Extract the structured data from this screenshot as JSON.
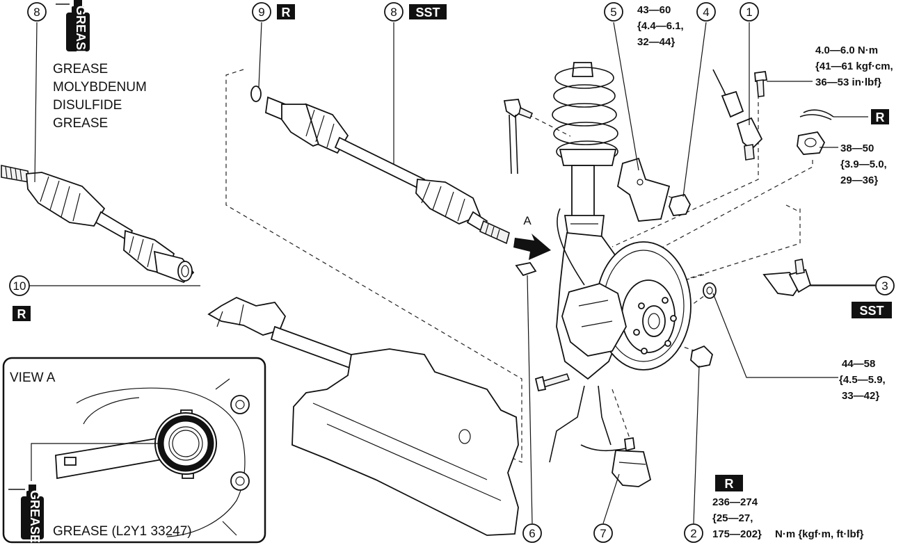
{
  "callouts": {
    "c1": "1",
    "c2": "2",
    "c3": "3",
    "c4": "4",
    "c5": "5",
    "c6": "6",
    "c7": "7",
    "c8a": "8",
    "c8b": "8",
    "c9": "9",
    "c10": "10"
  },
  "tags": {
    "replace": "R",
    "sst": "SST"
  },
  "grease_can_label": "GREASE",
  "grease_note": {
    "line1": "GREASE",
    "line2": "MOLYBDENUM",
    "line3": "DISULFIDE",
    "line4": "GREASE"
  },
  "torque": {
    "t5": {
      "line1": "43—60",
      "line2": "{4.4—6.1,",
      "line3": "32—44}"
    },
    "t1": {
      "line1": "4.0—6.0 N·m",
      "line2": "{41—61 kgf·cm,",
      "line3": "36—53 in·lbf}"
    },
    "t_nut": {
      "line1": "38—50",
      "line2": "{3.9—5.0,",
      "line3": "29—36}"
    },
    "t_hub": {
      "line1": "44—58",
      "line2": "{4.5—5.9,",
      "line3": "33—42}"
    },
    "t2": {
      "line1": "236—274",
      "line2": "{25—27,",
      "line3": "175—202}"
    }
  },
  "units": "N·m {kgf·m, ft·lbf}",
  "arrow_label": "A",
  "view_a": {
    "title": "VIEW A",
    "grease_label": "GREASE (L2Y1 33247)"
  }
}
